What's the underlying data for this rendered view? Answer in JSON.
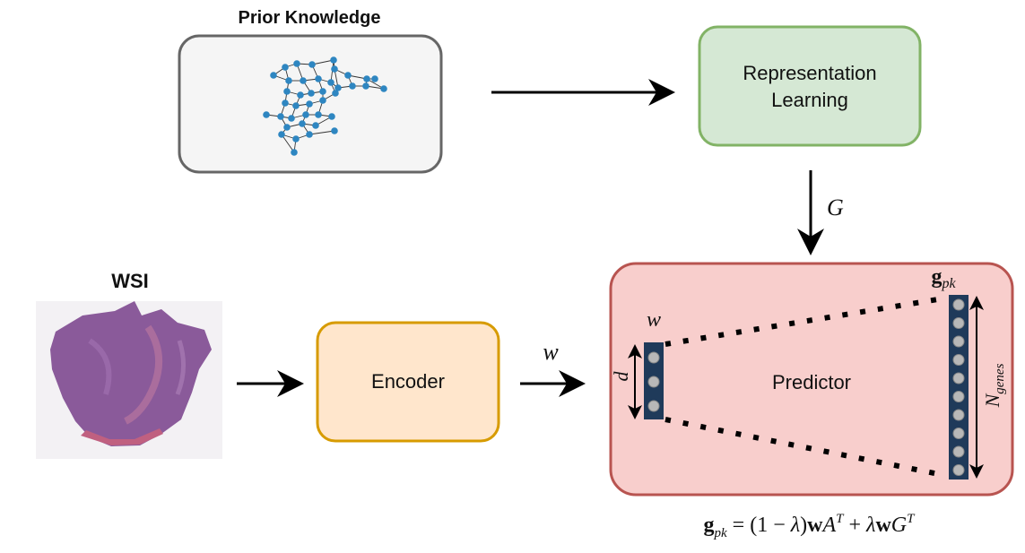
{
  "prior_knowledge": {
    "title": "Prior Knowledge"
  },
  "representation": {
    "line1": "Representation",
    "line2": "Learning"
  },
  "arrow_g_label": "G",
  "wsi": {
    "title": "WSI"
  },
  "encoder": {
    "label": "Encoder"
  },
  "arrow_w_label": "w",
  "predictor": {
    "label": "Predictor",
    "input_label": "w",
    "dim_label": "d",
    "output_label_main": "g",
    "output_label_sub": "pk",
    "n_label_main": "N",
    "n_label_sub": "genes"
  },
  "formula": {
    "lhs_main": "g",
    "lhs_sub": "pk",
    "eq": " = (1 − ",
    "lambda1": "λ",
    "close": ")",
    "w1": "w",
    "A": "A",
    "T1": "T",
    "plus": " + ",
    "lambda2": "λ",
    "w2": "w",
    "G": "G",
    "T2": "T"
  },
  "colors": {
    "prior_box_fill": "#f5f5f5",
    "prior_box_stroke": "#666666",
    "repr_fill": "#d5e8d4",
    "repr_stroke": "#82b366",
    "encoder_fill": "#ffe6cc",
    "encoder_stroke": "#d79b00",
    "predictor_fill": "#f8cecc",
    "predictor_stroke": "#b85450",
    "vector_fill": "#1f3a5a",
    "node_color": "#2e86c1",
    "tissue_main": "#8a5a9a",
    "tissue_pink": "#c06080"
  }
}
